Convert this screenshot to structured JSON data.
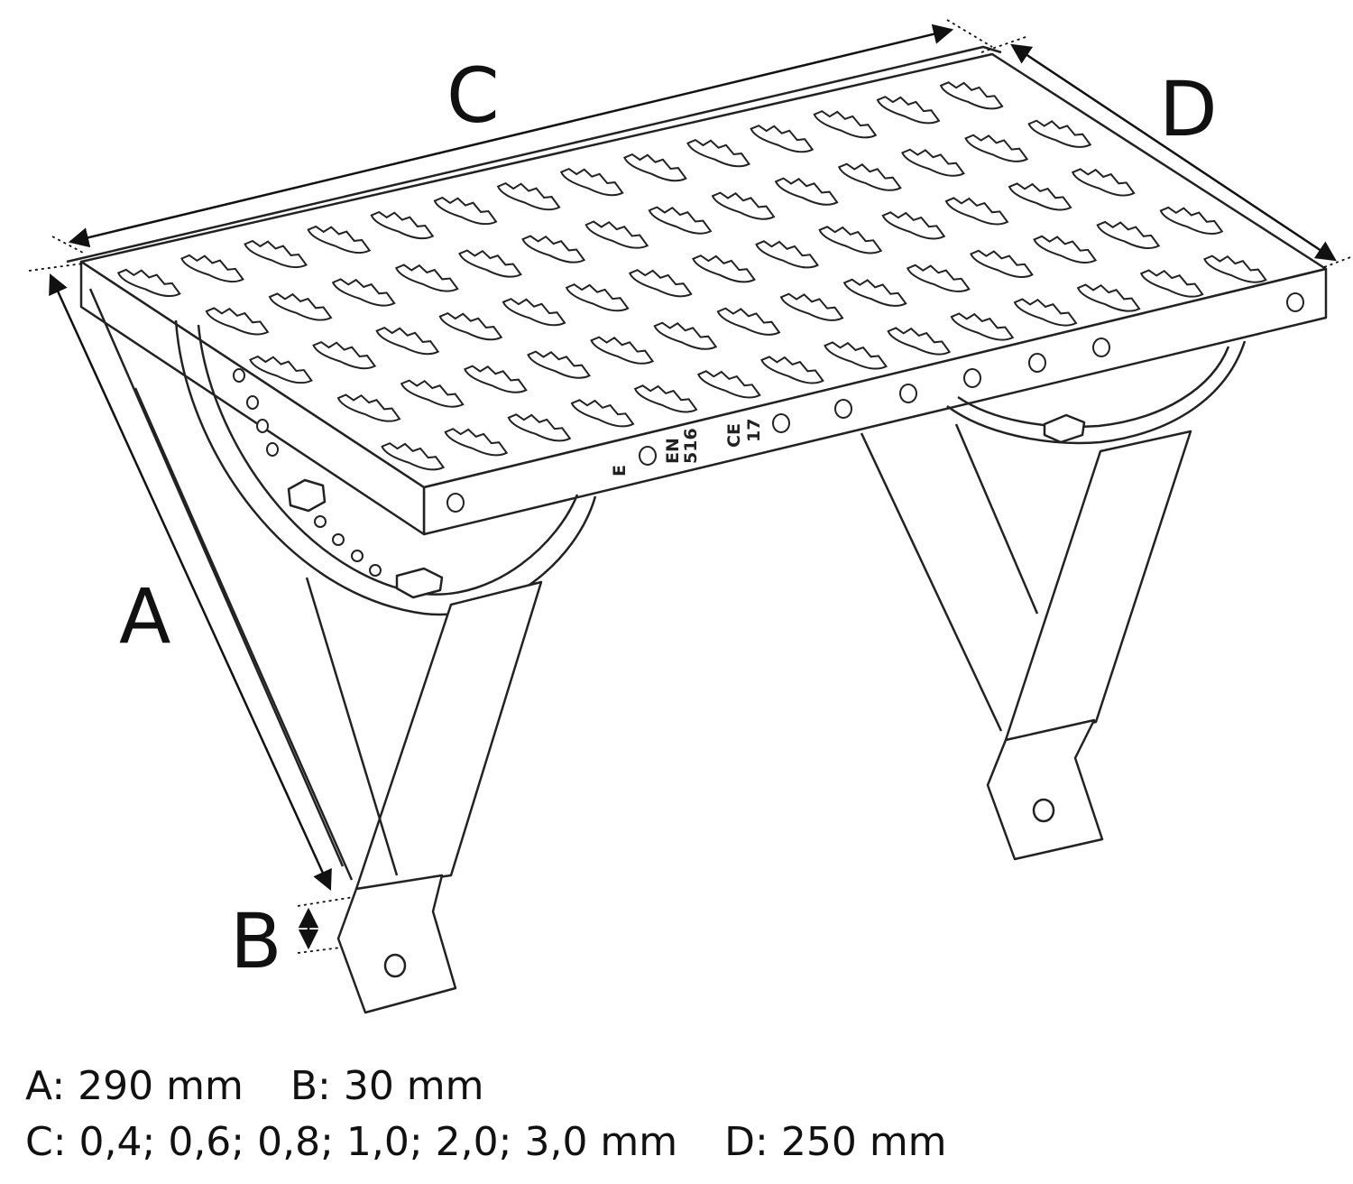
{
  "labels": {
    "a": "A",
    "b": "B",
    "c": "C",
    "d": "D"
  },
  "stamp": {
    "mark": "E",
    "standard_1": "EN",
    "standard_2": "516",
    "ce": "CE",
    "ce_year": "17"
  },
  "specs": {
    "a": "A: 290 mm",
    "b": "B: 30 mm",
    "c": "C: 0,4; 0,6; 0,8; 1,0; 2,0; 3,0 mm",
    "d": "D: 250 mm"
  }
}
